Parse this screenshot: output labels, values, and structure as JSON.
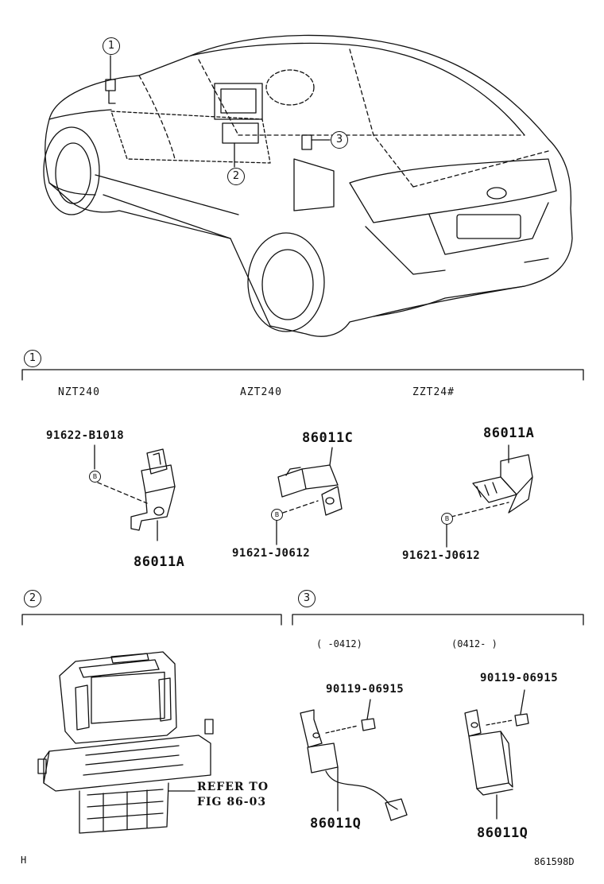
{
  "overview": {
    "callouts": [
      "1",
      "2",
      "3"
    ]
  },
  "section1": {
    "marker": "1",
    "variants": [
      "NZT240",
      "AZT240",
      "ZZT24#"
    ],
    "left": {
      "bolt": "91622-B1018",
      "bolt_marker": "B",
      "part": "86011A"
    },
    "middle": {
      "part": "86011C",
      "bolt_marker": "B",
      "bolt": "91621-J0612"
    },
    "right": {
      "part": "86011A",
      "bolt_marker": "B",
      "bolt": "91621-J0612"
    }
  },
  "section2": {
    "marker": "2",
    "reference": [
      "REFER TO",
      "FIG 86-03"
    ]
  },
  "section3": {
    "marker": "3",
    "left": {
      "period": "(    -0412)",
      "bolt": "90119-06915",
      "part": "86011Q"
    },
    "right": {
      "period": "(0412-     )",
      "bolt": "90119-06915",
      "part": "86011Q"
    }
  },
  "footer": {
    "left_code": "H",
    "figure_code": "861598D"
  }
}
